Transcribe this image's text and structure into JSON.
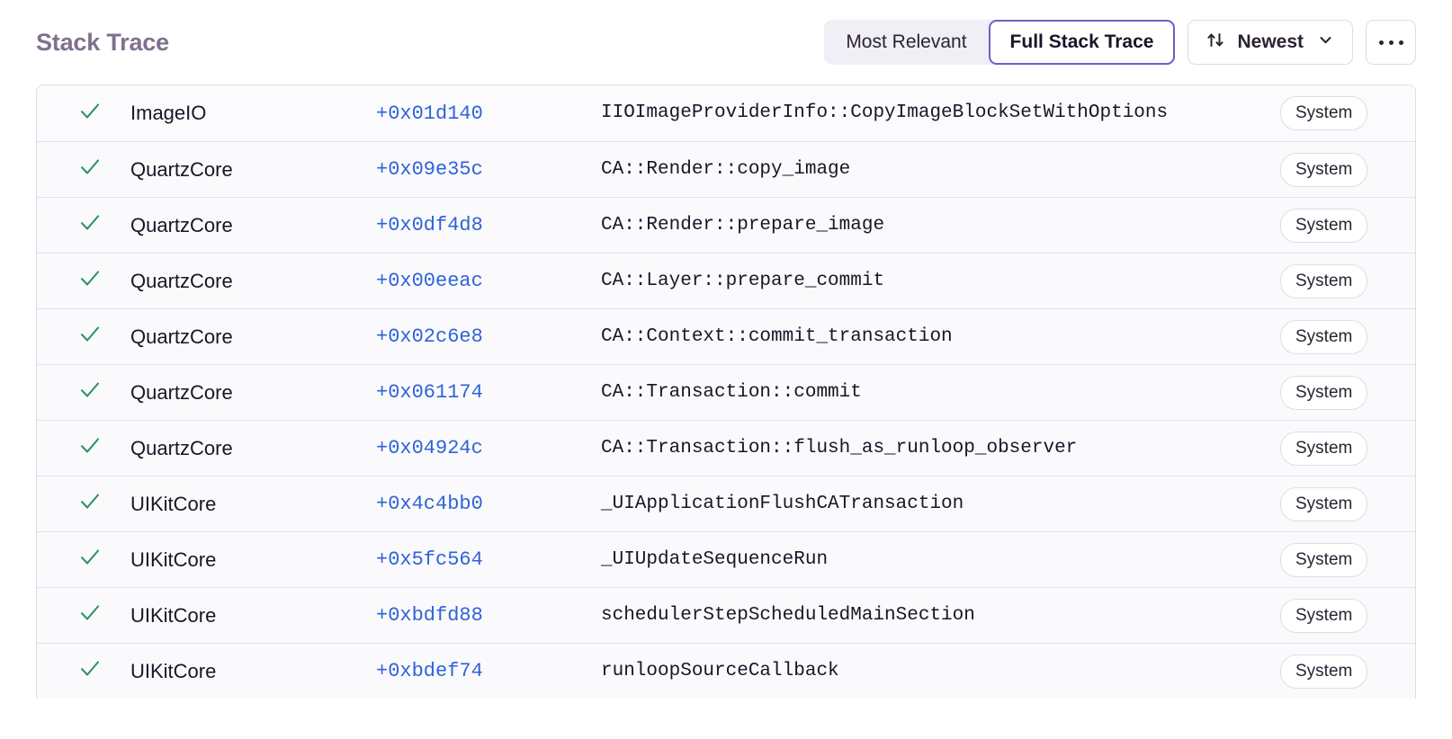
{
  "header": {
    "title": "Stack Trace",
    "segmented": {
      "options": [
        {
          "label": "Most Relevant",
          "selected": false
        },
        {
          "label": "Full Stack Trace",
          "selected": true
        }
      ]
    },
    "sort": {
      "label": "Newest",
      "sort_icon": "sort-arrows-icon",
      "chevron_icon": "chevron-down-icon"
    },
    "more": {
      "icon": "ellipsis-icon",
      "label": "..."
    }
  },
  "colors": {
    "accent_purple": "#6c5fc7",
    "link_blue": "#2f63d8",
    "check_green": "#2f8f6b",
    "title_gray": "#80708f",
    "row_bg": "#fafafc",
    "row_border": "#e4e0ea",
    "segmented_bg": "#f0eff5"
  },
  "frames": [
    {
      "status_icon": "check-icon",
      "module": "ImageIO",
      "offset": "+0x01d140",
      "function": "IIOImageProviderInfo::CopyImageBlockSetWithOptions",
      "badge": "System"
    },
    {
      "status_icon": "check-icon",
      "module": "QuartzCore",
      "offset": "+0x09e35c",
      "function": "CA::Render::copy_image",
      "badge": "System"
    },
    {
      "status_icon": "check-icon",
      "module": "QuartzCore",
      "offset": "+0x0df4d8",
      "function": "CA::Render::prepare_image",
      "badge": "System"
    },
    {
      "status_icon": "check-icon",
      "module": "QuartzCore",
      "offset": "+0x00eeac",
      "function": "CA::Layer::prepare_commit",
      "badge": "System"
    },
    {
      "status_icon": "check-icon",
      "module": "QuartzCore",
      "offset": "+0x02c6e8",
      "function": "CA::Context::commit_transaction",
      "badge": "System"
    },
    {
      "status_icon": "check-icon",
      "module": "QuartzCore",
      "offset": "+0x061174",
      "function": "CA::Transaction::commit",
      "badge": "System"
    },
    {
      "status_icon": "check-icon",
      "module": "QuartzCore",
      "offset": "+0x04924c",
      "function": "CA::Transaction::flush_as_runloop_observer",
      "badge": "System"
    },
    {
      "status_icon": "check-icon",
      "module": "UIKitCore",
      "offset": "+0x4c4bb0",
      "function": "_UIApplicationFlushCATransaction",
      "badge": "System"
    },
    {
      "status_icon": "check-icon",
      "module": "UIKitCore",
      "offset": "+0x5fc564",
      "function": "_UIUpdateSequenceRun",
      "badge": "System"
    },
    {
      "status_icon": "check-icon",
      "module": "UIKitCore",
      "offset": "+0xbdfd88",
      "function": "schedulerStepScheduledMainSection",
      "badge": "System"
    },
    {
      "status_icon": "check-icon",
      "module": "UIKitCore",
      "offset": "+0xbdef74",
      "function": "runloopSourceCallback",
      "badge": "System"
    }
  ]
}
